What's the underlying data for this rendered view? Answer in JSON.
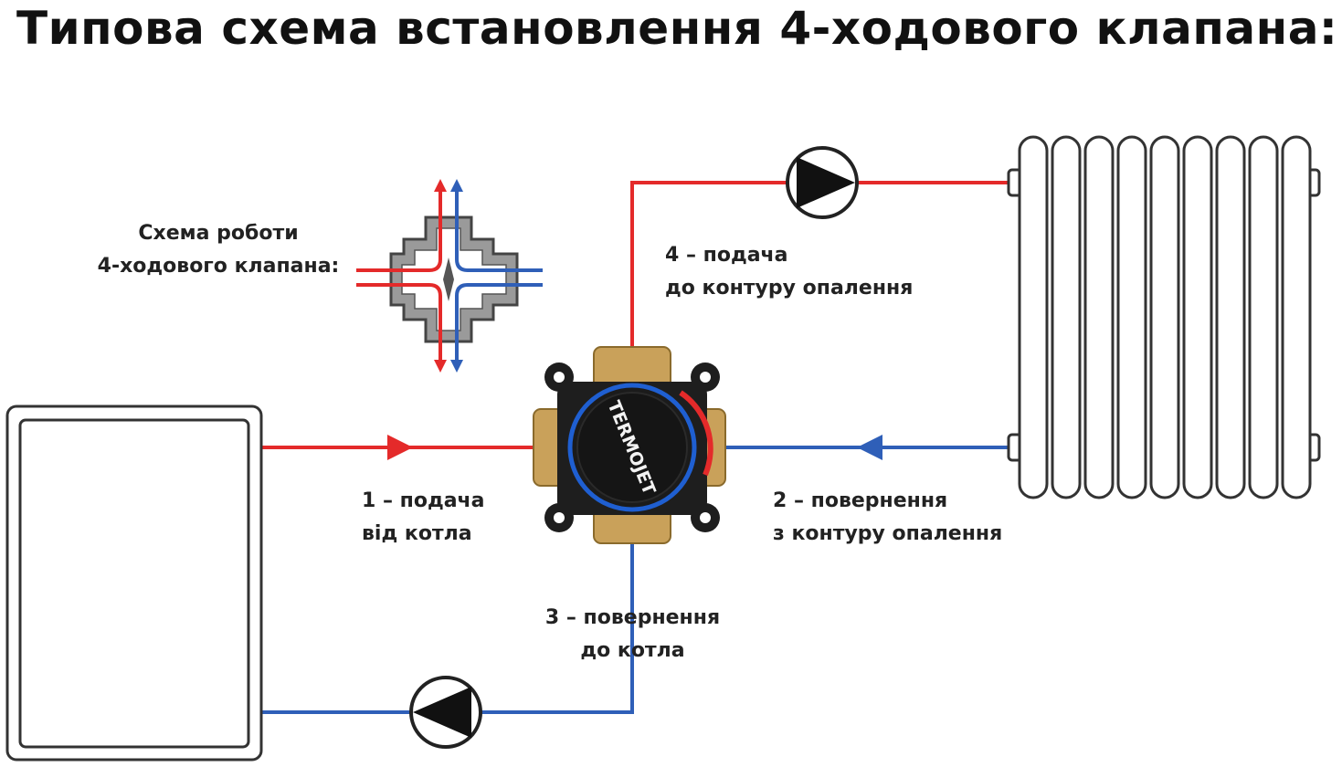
{
  "title": "Типова схема встановлення 4-ходового клапана:",
  "scheme_label": {
    "line1": "Схема роботи",
    "line2": "4-ходового клапана:"
  },
  "ports": [
    {
      "line1": "1 – подача",
      "line2": "від котла"
    },
    {
      "line1": "2 – повернення",
      "line2": "з контуру опалення"
    },
    {
      "line1": "3 – повернення",
      "line2": "до котла"
    },
    {
      "line1": "4 – подача",
      "line2": "до контуру опалення"
    }
  ],
  "valve": {
    "brand": "TERMOJET"
  },
  "colors": {
    "supply": "#e42a2a",
    "return": "#2f5fb8",
    "valve_body": "#c9a15a",
    "valve_cap": "#1b1b1b",
    "valve_ring": "#1f5fd1",
    "outline": "#333333"
  },
  "icons": [
    "pump-icon",
    "flow-arrow-icon",
    "radiator-icon",
    "boiler-icon",
    "valve-icon"
  ]
}
